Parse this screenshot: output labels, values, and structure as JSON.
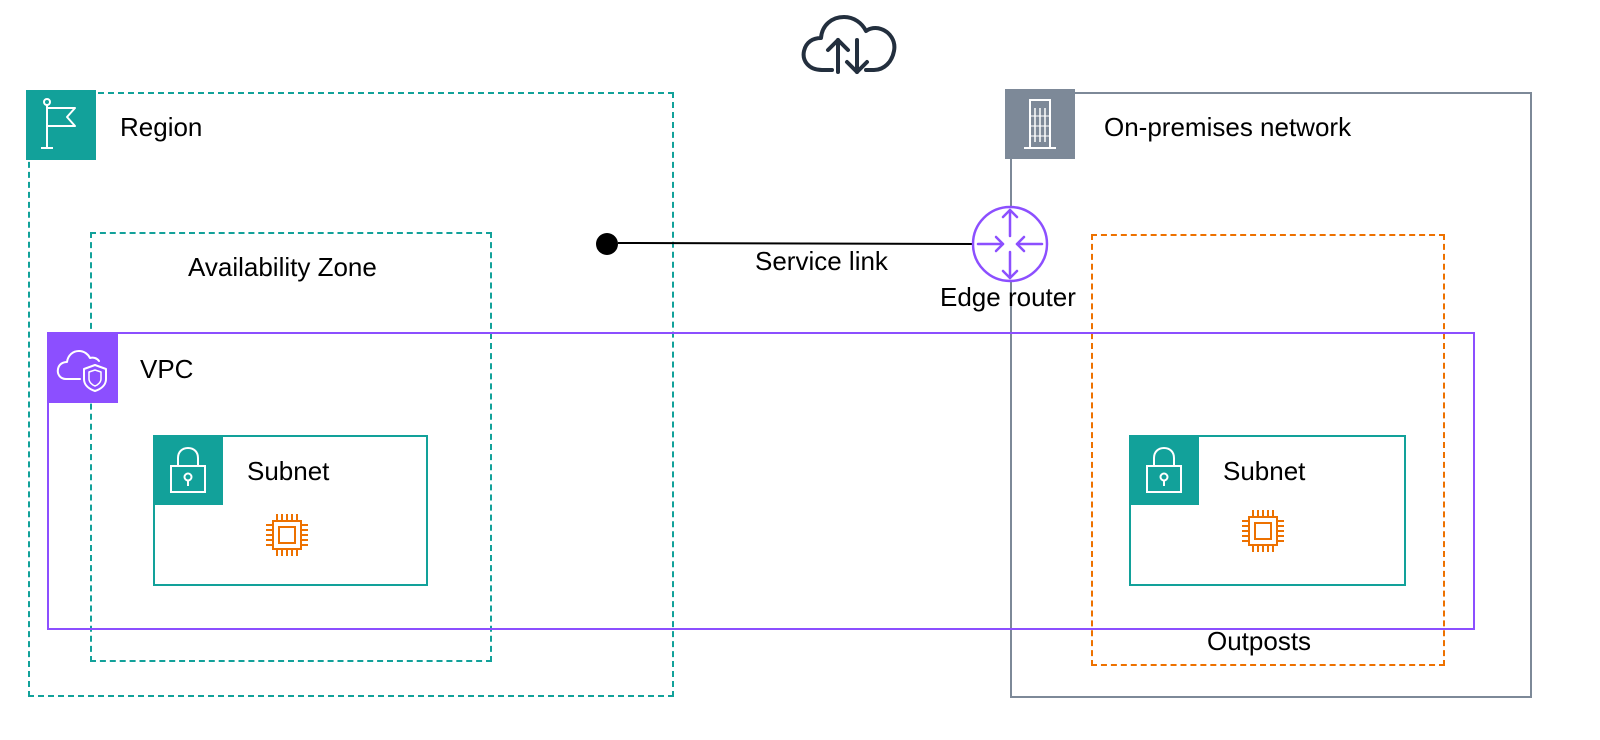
{
  "labels": {
    "region": "Region",
    "availability_zone": "Availability Zone",
    "vpc": "VPC",
    "subnet_left": "Subnet",
    "subnet_right": "Subnet",
    "on_premises": "On-premises network",
    "outposts": "Outposts",
    "service_link": "Service link",
    "edge_router": "Edge router"
  },
  "colors": {
    "region": "#12a19a",
    "availability_zone": "#12a19a",
    "vpc": "#8c4fff",
    "subnet": "#12a19a",
    "on_premises": "#7d8998",
    "outposts": "#ed7100",
    "chip": "#ed7100",
    "router": "#8c4fff",
    "cloud": "#232f3e",
    "line": "#000000"
  },
  "icons": {
    "cloud": "cloud-upload-download-icon",
    "region": "flag-icon",
    "on_premises": "building-icon",
    "vpc": "cloud-shield-icon",
    "subnet": "padlock-icon",
    "instance": "chip-icon",
    "router": "router-icon"
  }
}
